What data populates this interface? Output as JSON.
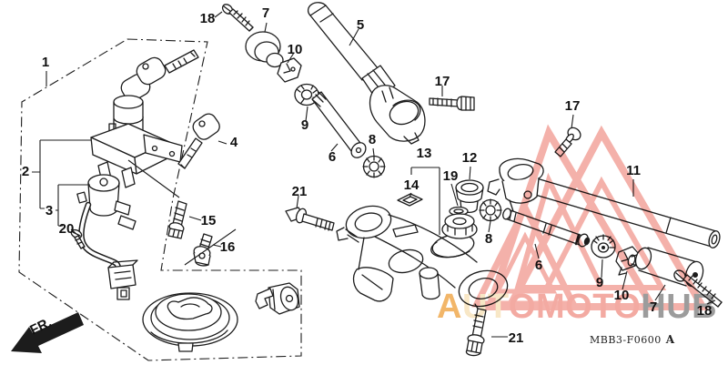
{
  "canvas": {
    "background": "#ffffff",
    "line_color": "#1c1c1c"
  },
  "callouts": [
    {
      "label": "1"
    },
    {
      "label": "2"
    },
    {
      "label": "3"
    },
    {
      "label": "20"
    },
    {
      "label": "4"
    },
    {
      "label": "15"
    },
    {
      "label": "16"
    },
    {
      "label": "18"
    },
    {
      "label": "7"
    },
    {
      "label": "10"
    },
    {
      "label": "9"
    },
    {
      "label": "5"
    },
    {
      "label": "6"
    },
    {
      "label": "8"
    },
    {
      "label": "17"
    },
    {
      "label": "13"
    },
    {
      "label": "14"
    },
    {
      "label": "19"
    },
    {
      "label": "12"
    },
    {
      "label": "17"
    },
    {
      "label": "11"
    },
    {
      "label": "21"
    },
    {
      "label": "8"
    },
    {
      "label": "6"
    },
    {
      "label": "9"
    },
    {
      "label": "10"
    },
    {
      "label": "7"
    },
    {
      "label": "18"
    },
    {
      "label": "21"
    }
  ],
  "fr_label": "FR.",
  "diagram_code": {
    "code": "MBB3-F0600",
    "revision": "A"
  },
  "watermark": {
    "triangle_color": "#F2A39B",
    "text_segments": [
      {
        "text": "A",
        "color": "#F0A94E"
      },
      {
        "text": "UT",
        "color": "#F7E3BC"
      },
      {
        "text": "OMOTO",
        "color": "#F19B92"
      },
      {
        "text": "HUB",
        "color": "#8B8B8B"
      }
    ]
  }
}
